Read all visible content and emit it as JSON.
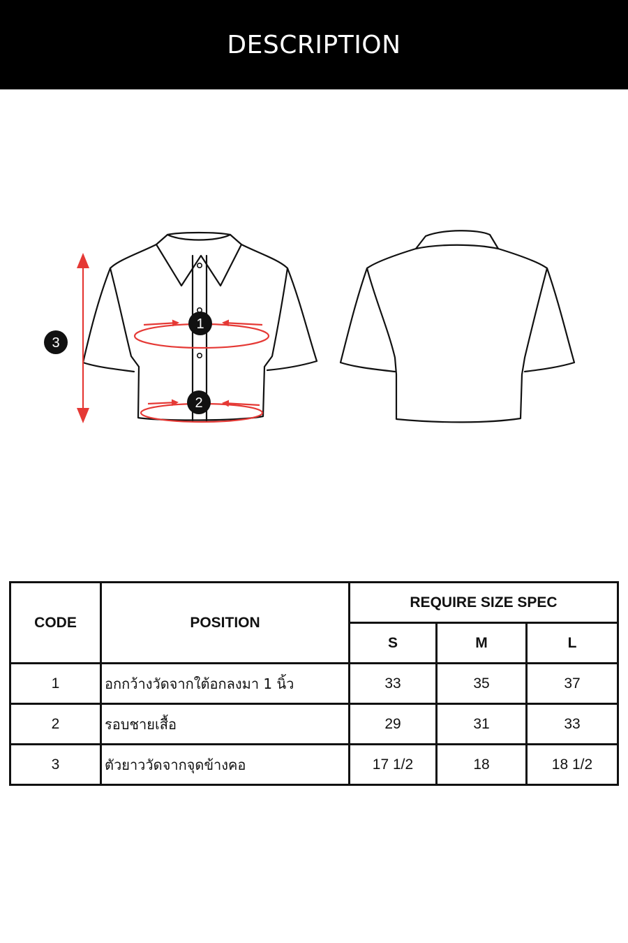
{
  "header": {
    "title": "DESCRIPTION"
  },
  "figure": {
    "markers": [
      {
        "id": "1",
        "label": "1"
      },
      {
        "id": "2",
        "label": "2"
      },
      {
        "id": "3",
        "label": "3"
      }
    ],
    "accent_color": "#e53935"
  },
  "table": {
    "headers": {
      "code": "CODE",
      "position": "POSITION",
      "spec_group": "REQUIRE SIZE SPEC",
      "sizes": [
        "S",
        "M",
        "L"
      ]
    },
    "rows": [
      {
        "code": "1",
        "position": "อกกว้างวัดจากใต้อกลงมา 1 นิ้ว",
        "s": "33",
        "m": "35",
        "l": "37"
      },
      {
        "code": "2",
        "position": "รอบชายเสื้อ",
        "s": "29",
        "m": "31",
        "l": "33"
      },
      {
        "code": "3",
        "position": "ตัวยาววัดจากจุดข้างคอ",
        "s": "17 1/2",
        "m": "18",
        "l": "18 1/2"
      }
    ]
  }
}
